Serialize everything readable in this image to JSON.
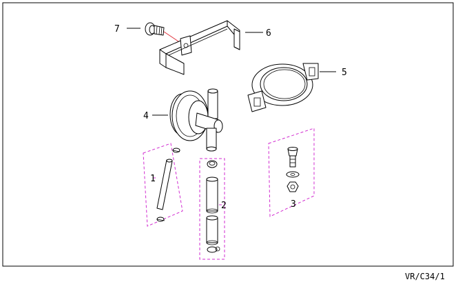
{
  "callouts": {
    "c1": "1",
    "c2": "2",
    "c3": "3",
    "c4": "4",
    "c5": "5",
    "c6": "6",
    "c7": "7"
  },
  "reference_code": "VR/C34/1",
  "colors": {
    "group_outline": "#d12bd0",
    "hidden_link": "#e0303a",
    "lines": "#000000"
  }
}
